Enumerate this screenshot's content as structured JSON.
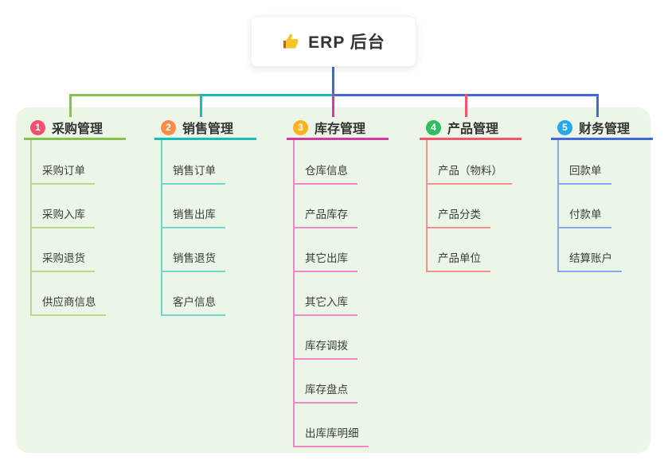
{
  "root": {
    "label": "ERP 后台",
    "icon": "thumbs-up-icon",
    "icon_color": "#f7c325"
  },
  "canvas": {
    "background": "#ffffff",
    "panel_background": "#ebf6e6"
  },
  "branches": [
    {
      "index": "1",
      "label": "采购管理",
      "line_color": "#88bf4e",
      "child_line_color": "#b5d98d",
      "badge_color": "#f25270",
      "children": [
        "采购订单",
        "采购入库",
        "采购退货",
        "供应商信息"
      ]
    },
    {
      "index": "2",
      "label": "销售管理",
      "line_color": "#16bdb6",
      "child_line_color": "#72d6d0",
      "badge_color": "#fb8c4a",
      "children": [
        "销售订单",
        "销售出库",
        "销售退货",
        "客户信息"
      ]
    },
    {
      "index": "3",
      "label": "库存管理",
      "line_color": "#d4399e",
      "child_line_color": "#ef87c8",
      "badge_color": "#fdb224",
      "children": [
        "仓库信息",
        "产品库存",
        "其它出库",
        "其它入库",
        "库存调拨",
        "库存盘点",
        "出库库明细"
      ]
    },
    {
      "index": "4",
      "label": "产品管理",
      "line_color": "#f4556a",
      "child_line_color": "#f89090",
      "badge_color": "#2fbe60",
      "children": [
        "产品（物料）",
        "产品分类",
        "产品单位"
      ]
    },
    {
      "index": "5",
      "label": "财务管理",
      "line_color": "#4268d9",
      "child_line_color": "#8ca6ec",
      "badge_color": "#2aa7e8",
      "children": [
        "回款单",
        "付款单",
        "结算账户"
      ]
    }
  ]
}
